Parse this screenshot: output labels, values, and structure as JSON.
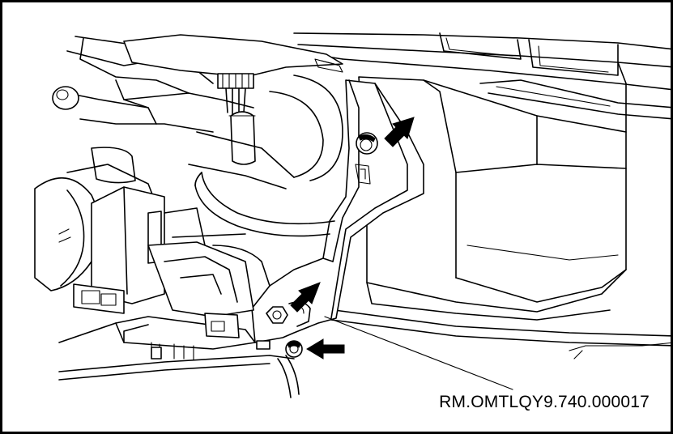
{
  "figure": {
    "reference_code": "RM.OMTLQY9.740.000017"
  },
  "callouts": [
    {
      "name": "upper-bolt-arrow",
      "target": "upper-bolt"
    },
    {
      "name": "middle-bolt-arrow",
      "target": "middle-bolt"
    },
    {
      "name": "lower-bolt-arrow",
      "target": "lower-bolt"
    }
  ]
}
